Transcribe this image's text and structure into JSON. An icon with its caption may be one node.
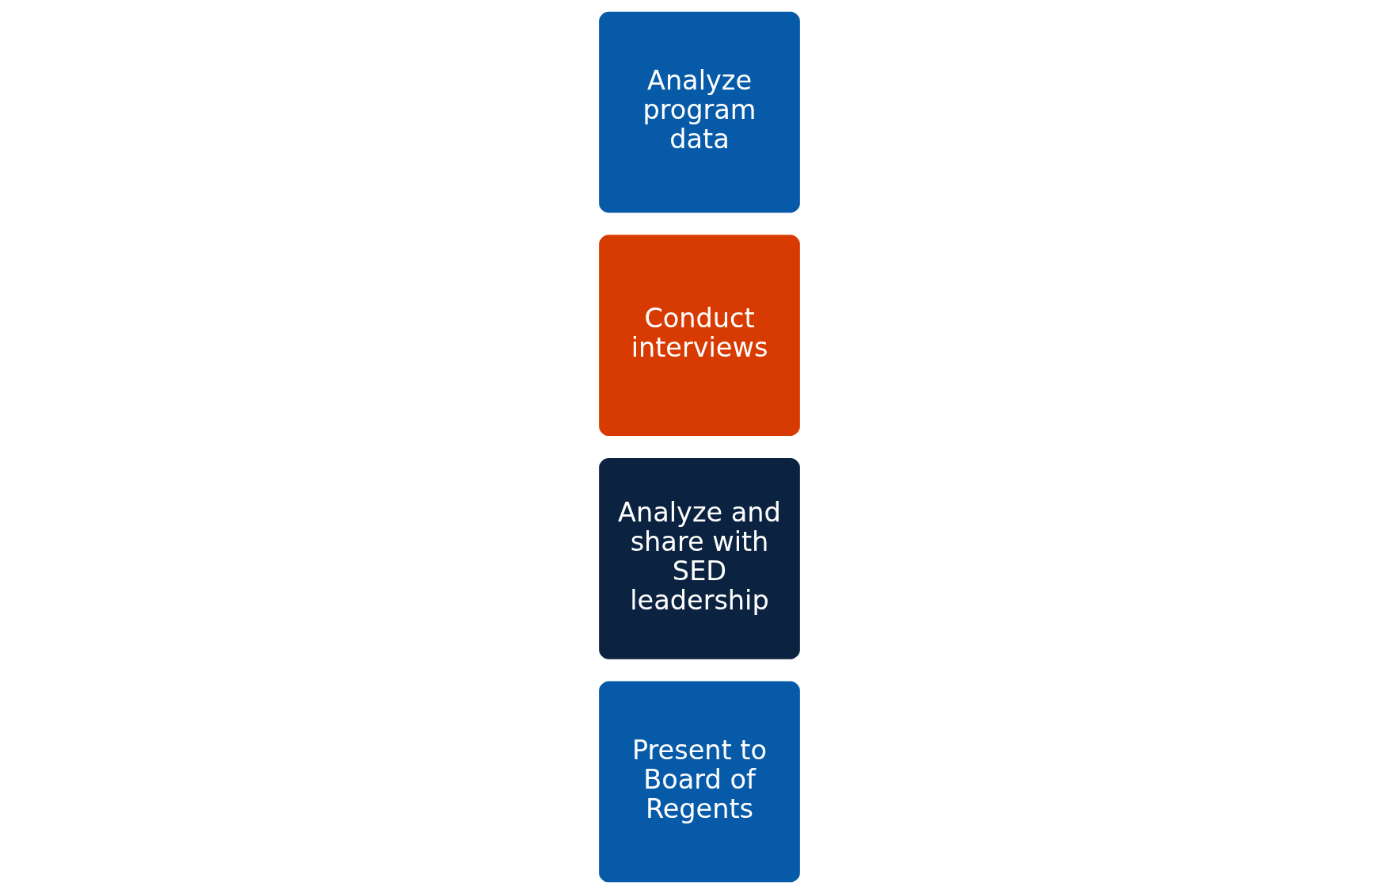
{
  "diagram": {
    "nodes": [
      {
        "text": [
          "Analyze program data"
        ]
      },
      {
        "text": [
          "Conduct interviews"
        ]
      },
      {
        "text": [
          "Analyze and share with SED leadership"
        ]
      },
      {
        "text": [
          "Present to Board of Regents"
        ]
      }
    ]
  }
}
